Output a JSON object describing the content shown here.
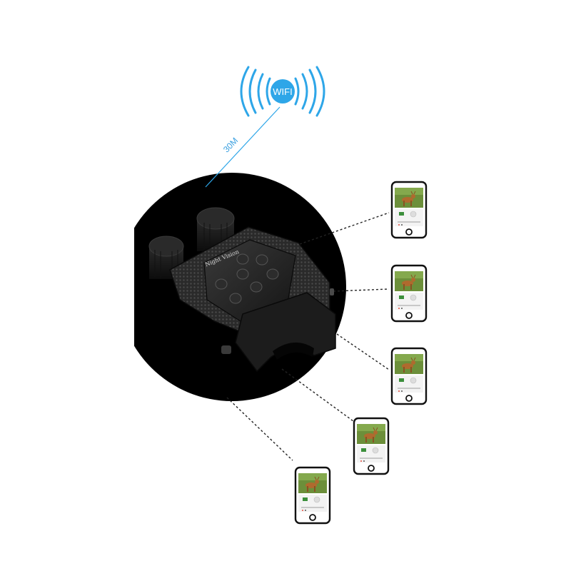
{
  "wifi": {
    "label": "WIFI",
    "distance_label": "30M",
    "color": "#2ea6e8"
  },
  "device": {
    "brand_label": "Night Vision",
    "icon": "binoculars-icon"
  },
  "phones": {
    "count": 5,
    "icon": "smartphone-icon",
    "screen_image": "deer-photo"
  },
  "colors": {
    "background": "#ffffff",
    "disc": "#000000",
    "link_line": "#2ea6e8",
    "dashed_line": "#222222"
  }
}
